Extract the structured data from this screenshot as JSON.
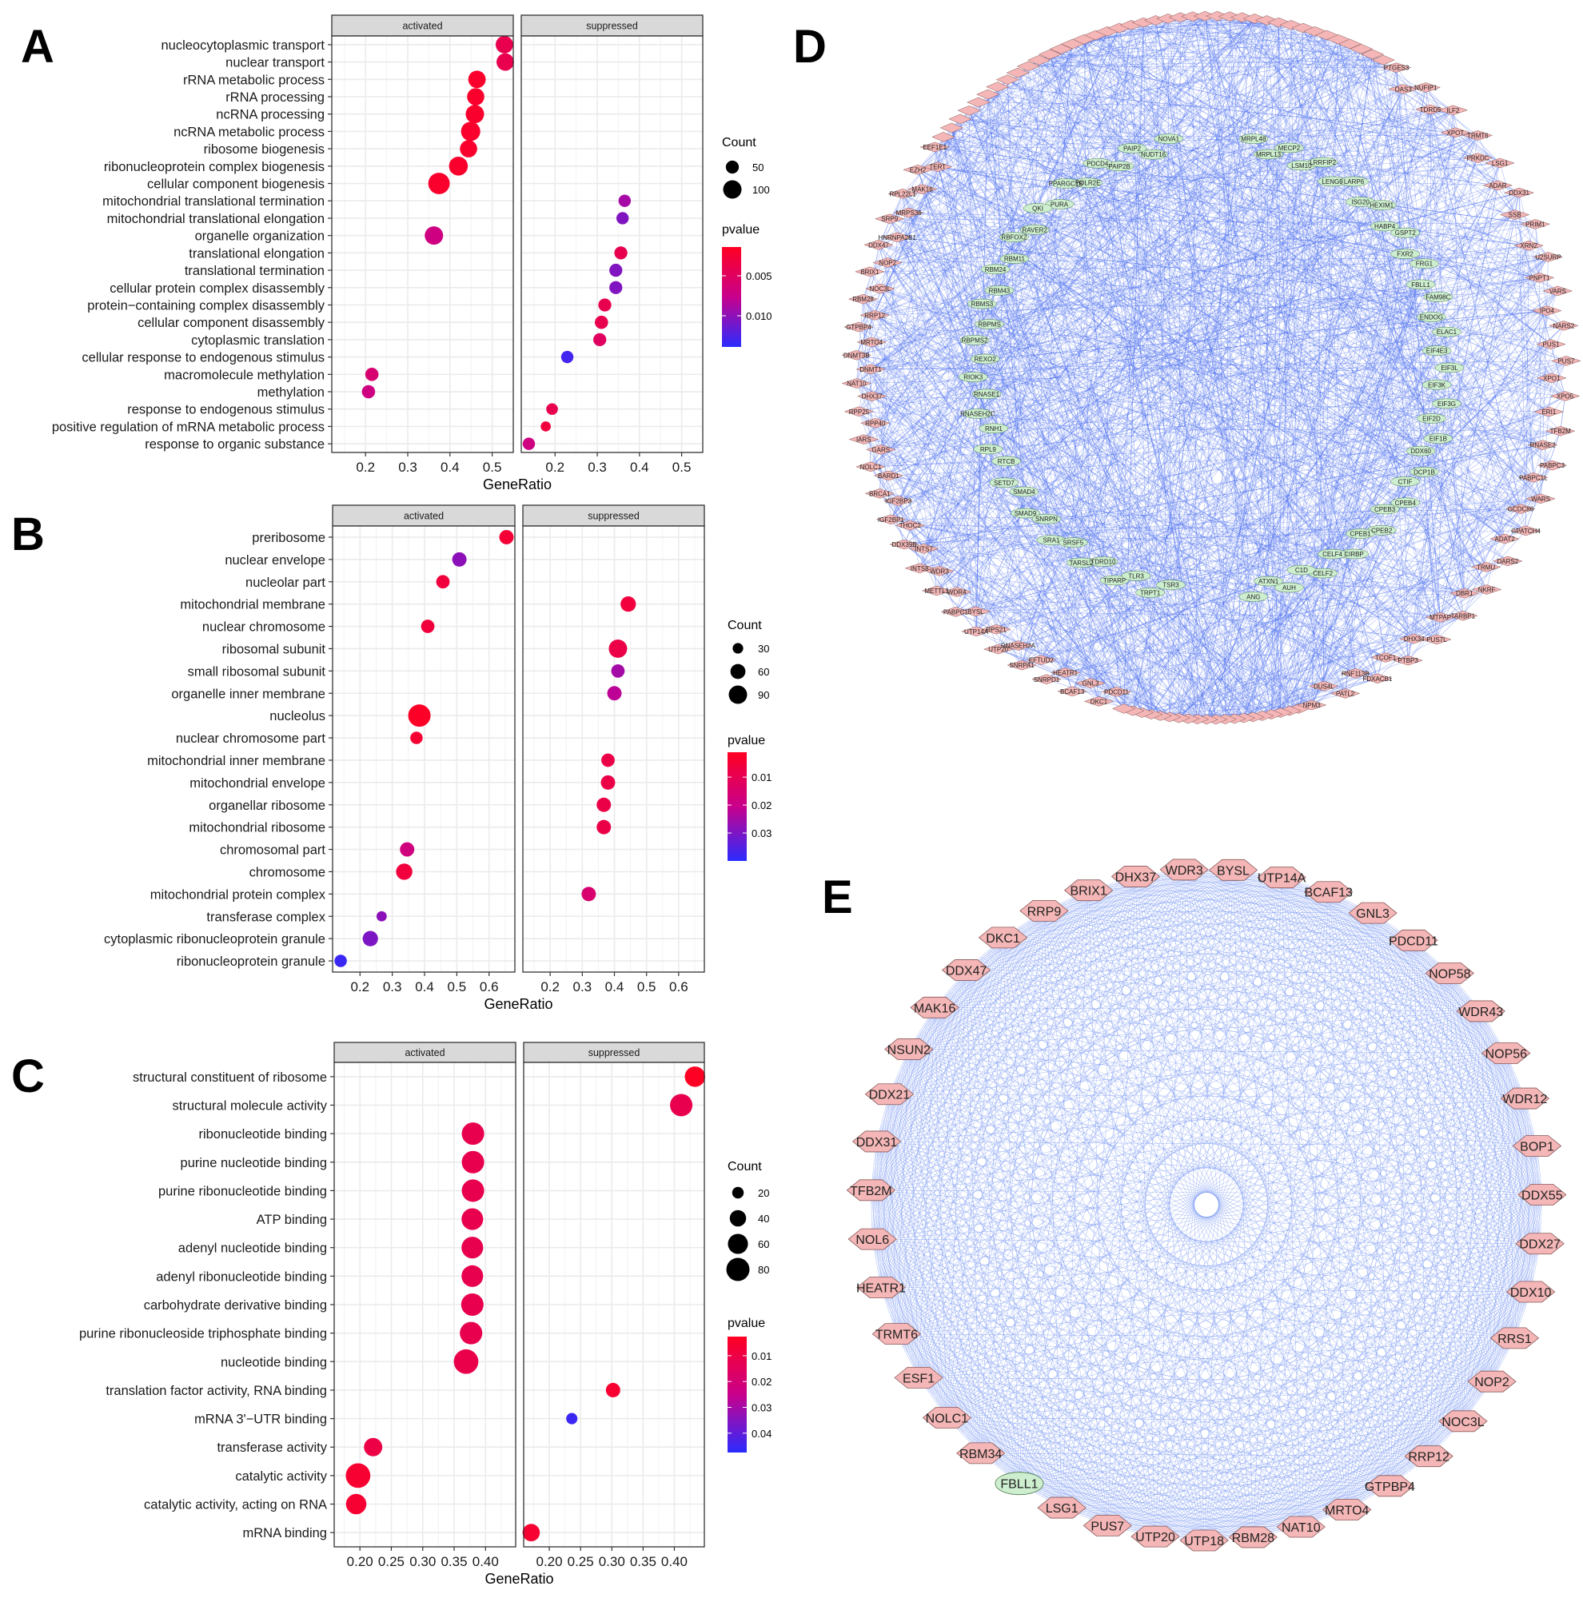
{
  "panel_letters": [
    "A",
    "B",
    "C",
    "D",
    "E"
  ],
  "colors": {
    "p_low": "#ff0022",
    "p_mid": "#c8008c",
    "p_high": "#2b2bff",
    "network_edge": "#4a6cf0",
    "gene_node": "#f4b6b6",
    "rbp_node": "#cdeecf"
  },
  "chart_data": [
    {
      "type": "scatter",
      "panel": "A",
      "facets": [
        "activated",
        "suppressed"
      ],
      "xlabel": "GeneRatio",
      "xticks": [
        "0.2",
        "0.3",
        "0.4",
        "0.5"
      ],
      "xtick_values": [
        0.2,
        0.3,
        0.4,
        0.5
      ],
      "xlim": [
        0.12,
        0.55
      ],
      "legend": {
        "count_title": "Count",
        "count_values": [
          50,
          100
        ],
        "pvalue_title": "pvalue",
        "pvalue_ticks": [
          "0.005",
          "0.010"
        ],
        "pvalue_tick_values": [
          0.005,
          0.01
        ],
        "pvalue_range": [
          0.0014,
          0.0139
        ]
      },
      "terms": [
        "nucleocytoplasmic transport",
        "nuclear transport",
        "rRNA metabolic process",
        "rRNA processing",
        "ncRNA processing",
        "ncRNA metabolic process",
        "ribosome biogenesis",
        "ribonucleoprotein complex biogenesis",
        "cellular component biogenesis",
        "mitochondrial translational termination",
        "mitochondrial translational elongation",
        "organelle organization",
        "translational elongation",
        "translational termination",
        "cellular protein complex disassembly",
        "protein−containing complex disassembly",
        "cellular component disassembly",
        "cytoplasmic translation",
        "cellular response to endogenous stimulus",
        "macromolecule methylation",
        "methylation",
        "response to endogenous stimulus",
        "positive regulation of mRNA metabolic process",
        "response to organic substance"
      ],
      "points": [
        {
          "term": 0,
          "facet": 0,
          "ratio": 0.529,
          "count": 90,
          "pvalue": 0.004
        },
        {
          "term": 1,
          "facet": 0,
          "ratio": 0.531,
          "count": 90,
          "pvalue": 0.004
        },
        {
          "term": 2,
          "facet": 0,
          "ratio": 0.464,
          "count": 90,
          "pvalue": 0.002
        },
        {
          "term": 3,
          "facet": 0,
          "ratio": 0.461,
          "count": 88,
          "pvalue": 0.002
        },
        {
          "term": 4,
          "facet": 0,
          "ratio": 0.459,
          "count": 100,
          "pvalue": 0.002
        },
        {
          "term": 5,
          "facet": 0,
          "ratio": 0.449,
          "count": 110,
          "pvalue": 0.002
        },
        {
          "term": 6,
          "facet": 0,
          "ratio": 0.444,
          "count": 88,
          "pvalue": 0.002
        },
        {
          "term": 7,
          "facet": 0,
          "ratio": 0.42,
          "count": 105,
          "pvalue": 0.002
        },
        {
          "term": 8,
          "facet": 0,
          "ratio": 0.374,
          "count": 136,
          "pvalue": 0.002
        },
        {
          "term": 9,
          "facet": 1,
          "ratio": 0.365,
          "count": 45,
          "pvalue": 0.009
        },
        {
          "term": 10,
          "facet": 1,
          "ratio": 0.36,
          "count": 45,
          "pvalue": 0.0105
        },
        {
          "term": 11,
          "facet": 0,
          "ratio": 0.362,
          "count": 100,
          "pvalue": 0.007
        },
        {
          "term": 12,
          "facet": 1,
          "ratio": 0.356,
          "count": 50,
          "pvalue": 0.004
        },
        {
          "term": 13,
          "facet": 1,
          "ratio": 0.344,
          "count": 50,
          "pvalue": 0.0105
        },
        {
          "term": 14,
          "facet": 1,
          "ratio": 0.344,
          "count": 50,
          "pvalue": 0.0105
        },
        {
          "term": 15,
          "facet": 1,
          "ratio": 0.318,
          "count": 50,
          "pvalue": 0.004
        },
        {
          "term": 16,
          "facet": 1,
          "ratio": 0.31,
          "count": 52,
          "pvalue": 0.004
        },
        {
          "term": 17,
          "facet": 1,
          "ratio": 0.306,
          "count": 50,
          "pvalue": 0.005
        },
        {
          "term": 18,
          "facet": 1,
          "ratio": 0.229,
          "count": 45,
          "pvalue": 0.013
        },
        {
          "term": 19,
          "facet": 0,
          "ratio": 0.215,
          "count": 52,
          "pvalue": 0.006
        },
        {
          "term": 20,
          "facet": 0,
          "ratio": 0.207,
          "count": 52,
          "pvalue": 0.007
        },
        {
          "term": 21,
          "facet": 1,
          "ratio": 0.193,
          "count": 40,
          "pvalue": 0.004
        },
        {
          "term": 22,
          "facet": 1,
          "ratio": 0.178,
          "count": 30,
          "pvalue": 0.003
        },
        {
          "term": 23,
          "facet": 1,
          "ratio": 0.138,
          "count": 45,
          "pvalue": 0.007
        }
      ]
    },
    {
      "type": "scatter",
      "panel": "B",
      "facets": [
        "activated",
        "suppressed"
      ],
      "xlabel": "GeneRatio",
      "xticks": [
        "0.2",
        "0.3",
        "0.4",
        "0.5",
        "0.6"
      ],
      "xtick_values": [
        0.2,
        0.3,
        0.4,
        0.5,
        0.6
      ],
      "xlim": [
        0.115,
        0.68
      ],
      "legend": {
        "count_title": "Count",
        "count_values": [
          30,
          60,
          90
        ],
        "pvalue_title": "pvalue",
        "pvalue_ticks": [
          "0.01",
          "0.02",
          "0.03"
        ],
        "pvalue_tick_values": [
          0.01,
          0.02,
          0.03
        ],
        "pvalue_range": [
          0.0011,
          0.04
        ]
      },
      "terms": [
        "preribosome",
        "nuclear envelope",
        "nucleolar part",
        "mitochondrial membrane",
        "nuclear chromosome",
        "ribosomal subunit",
        "small ribosomal subunit",
        "organelle inner membrane",
        "nucleolus",
        "nuclear chromosome part",
        "mitochondrial inner membrane",
        "mitochondrial envelope",
        "organellar ribosome",
        "mitochondrial ribosome",
        "chromosomal part",
        "chromosome",
        "mitochondrial protein complex",
        "transferase complex",
        "cytoplasmic ribonucleoprotein granule",
        "ribonucleoprotein granule"
      ],
      "points": [
        {
          "term": 0,
          "facet": 0,
          "ratio": 0.654,
          "count": 55,
          "pvalue": 0.005
        },
        {
          "term": 1,
          "facet": 0,
          "ratio": 0.508,
          "count": 55,
          "pvalue": 0.028
        },
        {
          "term": 2,
          "facet": 0,
          "ratio": 0.457,
          "count": 48,
          "pvalue": 0.006
        },
        {
          "term": 3,
          "facet": 1,
          "ratio": 0.443,
          "count": 63,
          "pvalue": 0.006
        },
        {
          "term": 4,
          "facet": 0,
          "ratio": 0.41,
          "count": 48,
          "pvalue": 0.006
        },
        {
          "term": 5,
          "facet": 1,
          "ratio": 0.411,
          "count": 90,
          "pvalue": 0.008
        },
        {
          "term": 6,
          "facet": 1,
          "ratio": 0.411,
          "count": 48,
          "pvalue": 0.025
        },
        {
          "term": 7,
          "facet": 1,
          "ratio": 0.4,
          "count": 55,
          "pvalue": 0.022
        },
        {
          "term": 8,
          "facet": 0,
          "ratio": 0.384,
          "count": 134,
          "pvalue": 0.002
        },
        {
          "term": 9,
          "facet": 0,
          "ratio": 0.375,
          "count": 41,
          "pvalue": 0.004
        },
        {
          "term": 10,
          "facet": 1,
          "ratio": 0.38,
          "count": 48,
          "pvalue": 0.008
        },
        {
          "term": 11,
          "facet": 1,
          "ratio": 0.38,
          "count": 55,
          "pvalue": 0.008
        },
        {
          "term": 12,
          "facet": 1,
          "ratio": 0.367,
          "count": 55,
          "pvalue": 0.008
        },
        {
          "term": 13,
          "facet": 1,
          "ratio": 0.367,
          "count": 55,
          "pvalue": 0.008
        },
        {
          "term": 14,
          "facet": 0,
          "ratio": 0.346,
          "count": 55,
          "pvalue": 0.018
        },
        {
          "term": 15,
          "facet": 0,
          "ratio": 0.337,
          "count": 71,
          "pvalue": 0.006
        },
        {
          "term": 16,
          "facet": 1,
          "ratio": 0.32,
          "count": 55,
          "pvalue": 0.015
        },
        {
          "term": 17,
          "facet": 0,
          "ratio": 0.267,
          "count": 28,
          "pvalue": 0.028
        },
        {
          "term": 18,
          "facet": 0,
          "ratio": 0.232,
          "count": 63,
          "pvalue": 0.03
        },
        {
          "term": 19,
          "facet": 0,
          "ratio": 0.14,
          "count": 41,
          "pvalue": 0.038
        }
      ]
    },
    {
      "type": "scatter",
      "panel": "C",
      "facets": [
        "activated",
        "suppressed"
      ],
      "xlabel": "GeneRatio",
      "xticks": [
        "0.20",
        "0.25",
        "0.30",
        "0.35",
        "0.40"
      ],
      "xtick_values": [
        0.2,
        0.25,
        0.3,
        0.35,
        0.4
      ],
      "xlim": [
        0.159,
        0.448
      ],
      "legend": {
        "count_title": "Count",
        "count_values": [
          20,
          40,
          60,
          80
        ],
        "pvalue_title": "pvalue",
        "pvalue_ticks": [
          "0.01",
          "0.02",
          "0.03",
          "0.04"
        ],
        "pvalue_tick_values": [
          0.01,
          0.02,
          0.03,
          0.04
        ],
        "pvalue_range": [
          0.0026,
          0.0475
        ]
      },
      "terms": [
        "structural constituent of ribosome",
        "structural molecule activity",
        "ribonucleotide binding",
        "purine nucleotide binding",
        "purine ribonucleotide binding",
        "ATP binding",
        "adenyl nucleotide binding",
        "adenyl ribonucleotide binding",
        "carbohydrate derivative binding",
        "purine ribonucleoside triphosphate binding",
        "nucleotide binding",
        "translation factor activity, RNA binding",
        "mRNA 3'−UTR binding",
        "transferase activity",
        "catalytic activity",
        "catalytic activity, acting on RNA",
        "mRNA binding"
      ],
      "points": [
        {
          "term": 0,
          "facet": 1,
          "ratio": 0.433,
          "count": 62,
          "pvalue": 0.003
        },
        {
          "term": 1,
          "facet": 1,
          "ratio": 0.411,
          "count": 75,
          "pvalue": 0.012
        },
        {
          "term": 2,
          "facet": 0,
          "ratio": 0.38,
          "count": 75,
          "pvalue": 0.012
        },
        {
          "term": 3,
          "facet": 0,
          "ratio": 0.38,
          "count": 75,
          "pvalue": 0.012
        },
        {
          "term": 4,
          "facet": 0,
          "ratio": 0.38,
          "count": 75,
          "pvalue": 0.012
        },
        {
          "term": 5,
          "facet": 0,
          "ratio": 0.379,
          "count": 70,
          "pvalue": 0.012
        },
        {
          "term": 6,
          "facet": 0,
          "ratio": 0.379,
          "count": 70,
          "pvalue": 0.012
        },
        {
          "term": 7,
          "facet": 0,
          "ratio": 0.379,
          "count": 70,
          "pvalue": 0.012
        },
        {
          "term": 8,
          "facet": 0,
          "ratio": 0.379,
          "count": 75,
          "pvalue": 0.012
        },
        {
          "term": 9,
          "facet": 0,
          "ratio": 0.377,
          "count": 75,
          "pvalue": 0.012
        },
        {
          "term": 10,
          "facet": 0,
          "ratio": 0.369,
          "count": 90,
          "pvalue": 0.011
        },
        {
          "term": 11,
          "facet": 1,
          "ratio": 0.302,
          "count": 31,
          "pvalue": 0.006
        },
        {
          "term": 12,
          "facet": 1,
          "ratio": 0.236,
          "count": 19,
          "pvalue": 0.045
        },
        {
          "term": 13,
          "facet": 0,
          "ratio": 0.221,
          "count": 50,
          "pvalue": 0.01
        },
        {
          "term": 14,
          "facet": 0,
          "ratio": 0.197,
          "count": 90,
          "pvalue": 0.006
        },
        {
          "term": 15,
          "facet": 0,
          "ratio": 0.194,
          "count": 62,
          "pvalue": 0.006
        },
        {
          "term": 16,
          "facet": 1,
          "ratio": 0.171,
          "count": 45,
          "pvalue": 0.006
        }
      ]
    }
  ],
  "networks": {
    "D": {
      "outer_left": [
        "EEF1E1",
        "TERT",
        "EZH2",
        "MAK16",
        "RPL22L1",
        "MRPS36",
        "SRP9",
        "HNRNPA2B1",
        "DDX47",
        "NOP2",
        "BRIX1",
        "NOC3L",
        "RBM28",
        "RRP12",
        "GTPBP4",
        "MRTO4",
        "DNMT3B",
        "DNMT1",
        "NAT10",
        "DHX37",
        "RPP25",
        "RPP40",
        "IARS",
        "GARS",
        "NOLC1",
        "BARD1",
        "BRCA1",
        "IGF2BP3",
        "IGF2BP1",
        "THOC2",
        "DDX39B",
        "INTS7",
        "INTS8",
        "WDR3",
        "METTL1",
        "WDR4",
        "PABPC1",
        "BYSL",
        "UTP14A",
        "RPS21",
        "UTP20",
        "RNASEH2A",
        "SNRPA1",
        "EFTUD2",
        "SNRPD1",
        "HEATR1",
        "BCAF13",
        "GNL3",
        "DKC1",
        "PDCD11"
      ],
      "outer_right": [
        "PTGES3",
        "OAS3",
        "NUFIP1",
        "TDRD5",
        "ILF2",
        "XPOT",
        "TRMT6",
        "PRKDC",
        "LSG1",
        "ADAR",
        "DDX31",
        "SSB",
        "PRIM1",
        "XRN2",
        "U2SURP",
        "PNPT1",
        "VARS",
        "IPO4",
        "NARS2",
        "PUS1",
        "PUS7",
        "XPO1",
        "XPO5",
        "ERI1",
        "TFB2M",
        "RNASE2",
        "PABPC3",
        "PABPC1L",
        "WARS",
        "GCDC86",
        "GPATCH4",
        "ADAT2",
        "DARS2",
        "TRMU",
        "NKRF",
        "DBR1",
        "TARBP1",
        "MTPAP",
        "PUS7L",
        "DHX34",
        "PTBP3",
        "TCOF1",
        "FDXACB1",
        "RNF113B",
        "PATL2",
        "DUS4L",
        "NPM3"
      ],
      "inner_left": [
        "NOVA1",
        "NUDT16",
        "PAIP2",
        "PAIP2B",
        "PDCD4",
        "POLR2E",
        "PPARGC1B",
        "PURA",
        "QKI",
        "RAVER2",
        "RBFOX2",
        "RBM11",
        "RBM24",
        "RBM43",
        "RBMS3",
        "RBPMS",
        "RBPMS2",
        "REXO2",
        "RIOK3",
        "RNASE1",
        "RNASEH2C",
        "RNH1",
        "RPL9",
        "RTCB",
        "SETD7",
        "SMAD4",
        "SMAD9",
        "SNRPN",
        "SRA1",
        "SRSF5",
        "TARSL2",
        "TDRD10",
        "TIPARP",
        "TLR3",
        "TRPT1",
        "TSR3"
      ],
      "inner_right": [
        "MRPL48",
        "MRPL13",
        "MECP2",
        "LSM10",
        "LRRFIP2",
        "LENG9",
        "LARP6",
        "ISG20",
        "HEXIM1",
        "HABP4",
        "GSPT2",
        "FXR2",
        "FRG1",
        "FBLL1",
        "FAM98C",
        "ENDOG",
        "ELAC1",
        "EIF4E3",
        "EIF3L",
        "EIF3K",
        "EIF3G",
        "EIF2D",
        "EIF1B",
        "DDX60",
        "DCP1B",
        "CTIF",
        "CPEB4",
        "CPEB3",
        "CPEB2",
        "CPEB1",
        "CIRBP",
        "CELF4",
        "CELF2",
        "C1D",
        "AUH",
        "ATXN1",
        "ANG"
      ]
    },
    "E": {
      "nodes": [
        "WDR3",
        "BYSL",
        "UTP14A",
        "BCAF13",
        "GNL3",
        "PDCD11",
        "NOP58",
        "WDR43",
        "NOP56",
        "WDR12",
        "BOP1",
        "DDX55",
        "DDX27",
        "DDX10",
        "RRS1",
        "NOP2",
        "NOC3L",
        "RRP12",
        "GTPBP4",
        "MRTO4",
        "NAT10",
        "RBM28",
        "UTP18",
        "UTP20",
        "PUS7",
        "LSG1",
        "FBLL1",
        "RBM34",
        "NOLC1",
        "ESF1",
        "TRMT6",
        "HEATR1",
        "NOL6",
        "TFB2M",
        "DDX31",
        "DDX21",
        "NSUN2",
        "MAK16",
        "DDX47",
        "DKC1",
        "RRP9",
        "BRIX1",
        "DHX37"
      ],
      "rbp_nodes": [
        "FBLL1"
      ]
    }
  }
}
